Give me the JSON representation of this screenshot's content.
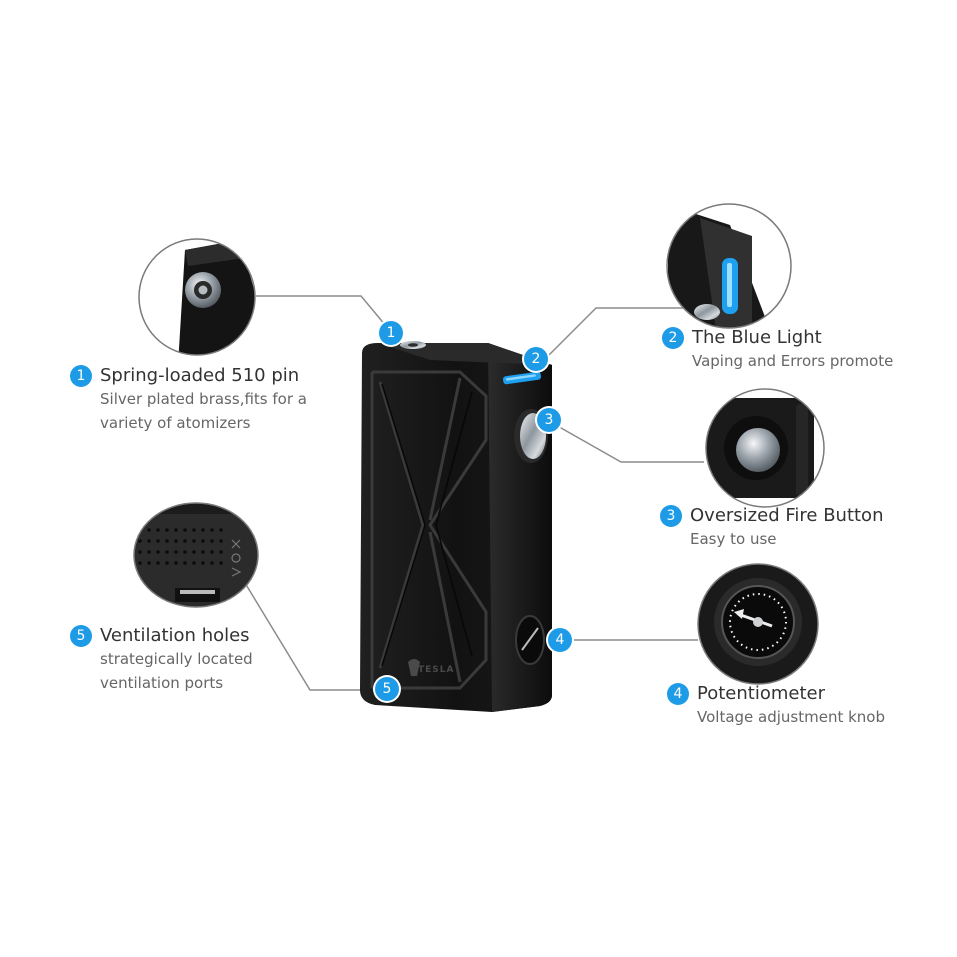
{
  "colors": {
    "accent": "#1e9be6",
    "device": "#161616",
    "leader": "#8c8c8c"
  },
  "device": {
    "brand": "TESLA"
  },
  "features": [
    {
      "num": "1",
      "title": "Spring-loaded 510 pin",
      "desc": [
        "Silver plated brass,fits for a",
        "variety of atomizers"
      ]
    },
    {
      "num": "2",
      "title": "The Blue Light",
      "desc": [
        "Vaping and Errors promote"
      ]
    },
    {
      "num": "3",
      "title": "Oversized Fire Button",
      "desc": [
        "Easy to use"
      ]
    },
    {
      "num": "4",
      "title": "Potentiometer",
      "desc": [
        "Voltage adjustment knob"
      ]
    },
    {
      "num": "5",
      "title": "Ventilation holes",
      "desc": [
        "strategically located",
        "ventilation ports"
      ]
    }
  ]
}
